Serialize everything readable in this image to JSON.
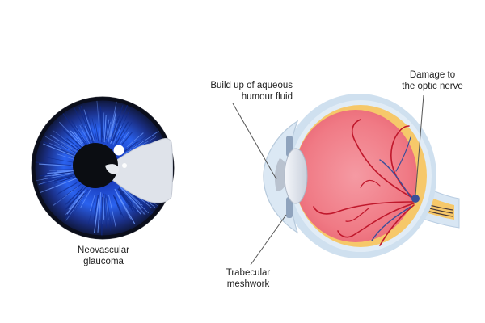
{
  "labels": {
    "neovascular": "Neovascular\nglaucoma",
    "build_up": "Build up of aqueous\nhumour fluid",
    "damage": "Damage to\nthe optic nerve",
    "trabecular": "Trabecular\nmeshwork"
  },
  "colors": {
    "iris_blue": "#1f4fd6",
    "iris_dark": "#141820",
    "pupil": "#0b0d12",
    "lens_gray": "#d4d9e3",
    "sclera_blue": "#c9dcee",
    "retina_yellow": "#f6c86a",
    "vitreous_red": "#f07a85",
    "vessel_red": "#c0182c",
    "nerve_blue": "#3a4f9a",
    "pointer_line": "#555555"
  },
  "icons": [
    "neovascular-iris-icon",
    "eye-cross-section-icon"
  ]
}
